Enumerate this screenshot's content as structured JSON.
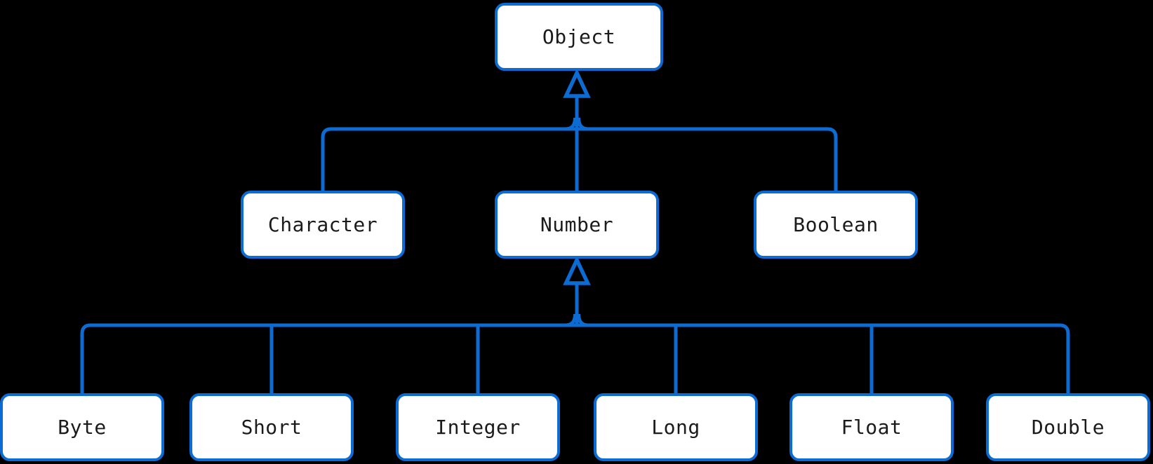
{
  "diagram": {
    "type": "class-hierarchy",
    "background_color": "#000000",
    "line_color": "#0c6cd4",
    "node_fill": "#ffffff",
    "node_border_color": "#0c6cd4",
    "text_color": "#1b1b1b",
    "nodes": [
      {
        "id": "object",
        "label": "Object",
        "row": 0
      },
      {
        "id": "character",
        "label": "Character",
        "row": 1
      },
      {
        "id": "number",
        "label": "Number",
        "row": 1
      },
      {
        "id": "boolean",
        "label": "Boolean",
        "row": 1
      },
      {
        "id": "byte",
        "label": "Byte",
        "row": 2
      },
      {
        "id": "short",
        "label": "Short",
        "row": 2
      },
      {
        "id": "integer",
        "label": "Integer",
        "row": 2
      },
      {
        "id": "long",
        "label": "Long",
        "row": 2
      },
      {
        "id": "float",
        "label": "Float",
        "row": 2
      },
      {
        "id": "double",
        "label": "Double",
        "row": 2
      }
    ],
    "edges": [
      {
        "from": "Character",
        "to": "Object",
        "type": "inheritance"
      },
      {
        "from": "Number",
        "to": "Object",
        "type": "inheritance"
      },
      {
        "from": "Boolean",
        "to": "Object",
        "type": "inheritance"
      },
      {
        "from": "Byte",
        "to": "Number",
        "type": "inheritance"
      },
      {
        "from": "Short",
        "to": "Number",
        "type": "inheritance"
      },
      {
        "from": "Integer",
        "to": "Number",
        "type": "inheritance"
      },
      {
        "from": "Long",
        "to": "Number",
        "type": "inheritance"
      },
      {
        "from": "Float",
        "to": "Number",
        "type": "inheritance"
      },
      {
        "from": "Double",
        "to": "Number",
        "type": "inheritance"
      }
    ]
  }
}
